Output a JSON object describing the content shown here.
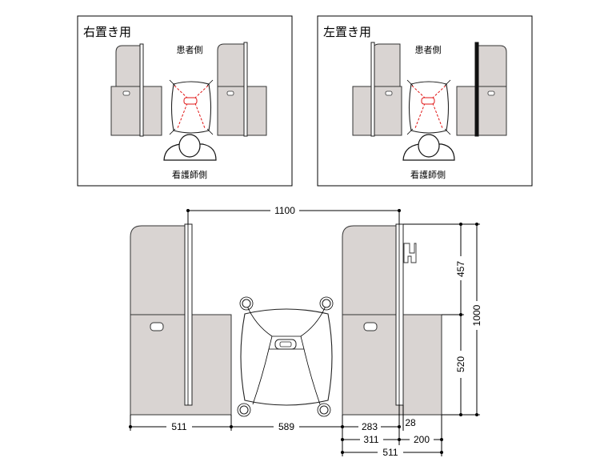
{
  "panels": {
    "right": {
      "title": "右置き用",
      "patient_side": "患者側",
      "nurse_side": "看護師側"
    },
    "left": {
      "title": "左置き用",
      "patient_side": "患者側",
      "nurse_side": "看護師側"
    }
  },
  "dimensions": {
    "top_width": "1100",
    "height_upper": "457",
    "height_lower": "520",
    "height_total": "1000",
    "bottom_left": "511",
    "bottom_gap": "589",
    "bottom_283": "283",
    "bottom_28": "28",
    "bottom_311": "311",
    "bottom_200": "200",
    "bottom_511": "511"
  },
  "colors": {
    "unit_fill": "#d9d4d2",
    "chair_accent": "#e01515"
  }
}
